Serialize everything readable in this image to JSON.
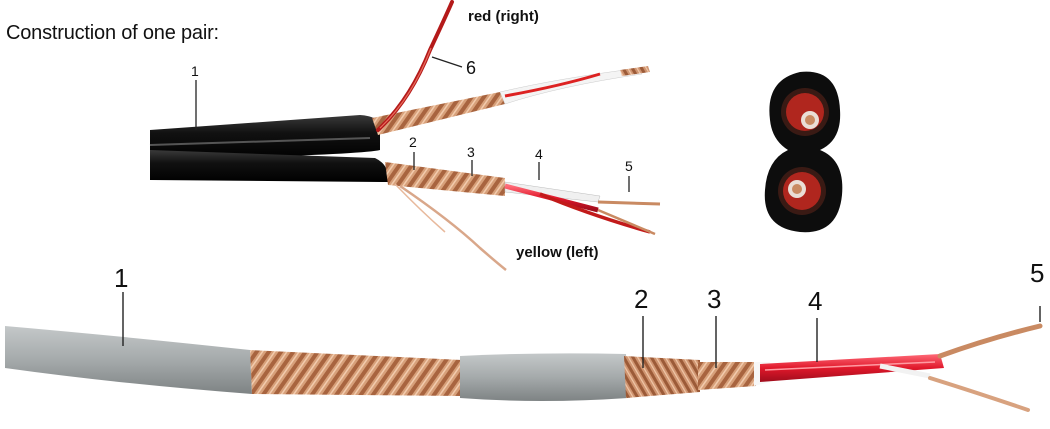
{
  "heading": "Construction of one pair:",
  "labels": {
    "red_right": "red (right)",
    "yellow_left": "yellow (left)"
  },
  "top_numbers": [
    "1",
    "2",
    "3",
    "4",
    "5",
    "6"
  ],
  "bottom_numbers": [
    "1",
    "2",
    "3",
    "4",
    "5"
  ],
  "colors": {
    "jacket_black": "#1a1a1a",
    "jacket_grey": "#a9aeaf",
    "copper": "#c98a62",
    "red_insulation": "#e0182b",
    "white_insulation": "#f2f2f2"
  }
}
